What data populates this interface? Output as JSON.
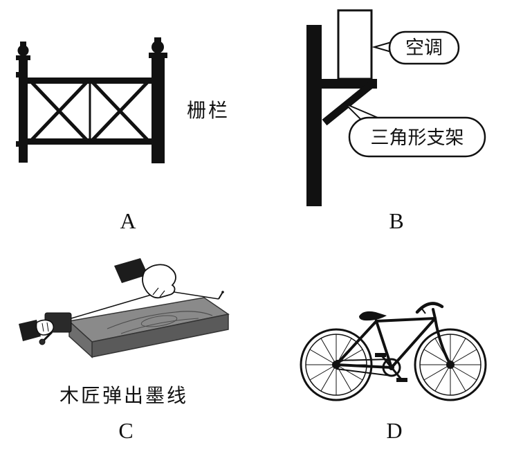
{
  "panels": {
    "a": {
      "letter": "A",
      "label": "栅栏"
    },
    "b": {
      "letter": "B",
      "bubble_ac": "空调",
      "bubble_bracket": "三角形支架"
    },
    "c": {
      "letter": "C",
      "caption": "木匠弹出墨线"
    },
    "d": {
      "letter": "D"
    }
  }
}
